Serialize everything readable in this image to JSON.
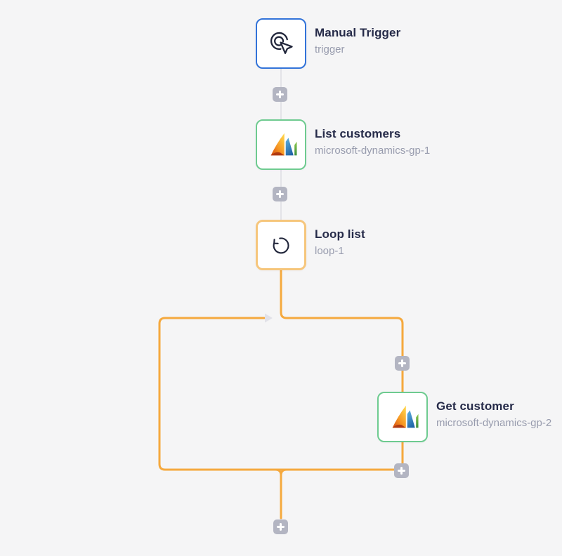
{
  "app": {
    "name": "workflow-builder-canvas",
    "background_color": "#f5f5f6"
  },
  "nodes": [
    {
      "title": "Manual Trigger",
      "subtitle": "trigger",
      "type": "manual-trigger",
      "border_color": "#3273d9"
    },
    {
      "title": "List customers",
      "subtitle": "microsoft-dynamics-gp-1",
      "type": "microsoft-dynamics-gp",
      "border_color": "#6ecb90"
    },
    {
      "title": "Loop list",
      "subtitle": "loop-1",
      "type": "loop",
      "border_color": "#f6c67c"
    },
    {
      "title": "Get customer",
      "subtitle": "microsoft-dynamics-gp-2",
      "type": "microsoft-dynamics-gp",
      "border_color": "#6ecb90"
    }
  ],
  "connectors": {
    "straight_line_color": "#e3e3e8",
    "loop_line_color": "#f5a93e",
    "return_arrow_color": "#e1e1e8",
    "add_step_button_color": "#b3b5c2",
    "add_step_button_count": 5
  },
  "icons": {
    "manual_trigger": "click-target-with-cursor",
    "microsoft_dynamics_gp": "dynamics-colored-sails-logo",
    "loop": "circular-arrow-counterclockwise",
    "add_step": "plus-in-rounded-square",
    "loop_return": "right-pointing-triangle-arrow"
  }
}
